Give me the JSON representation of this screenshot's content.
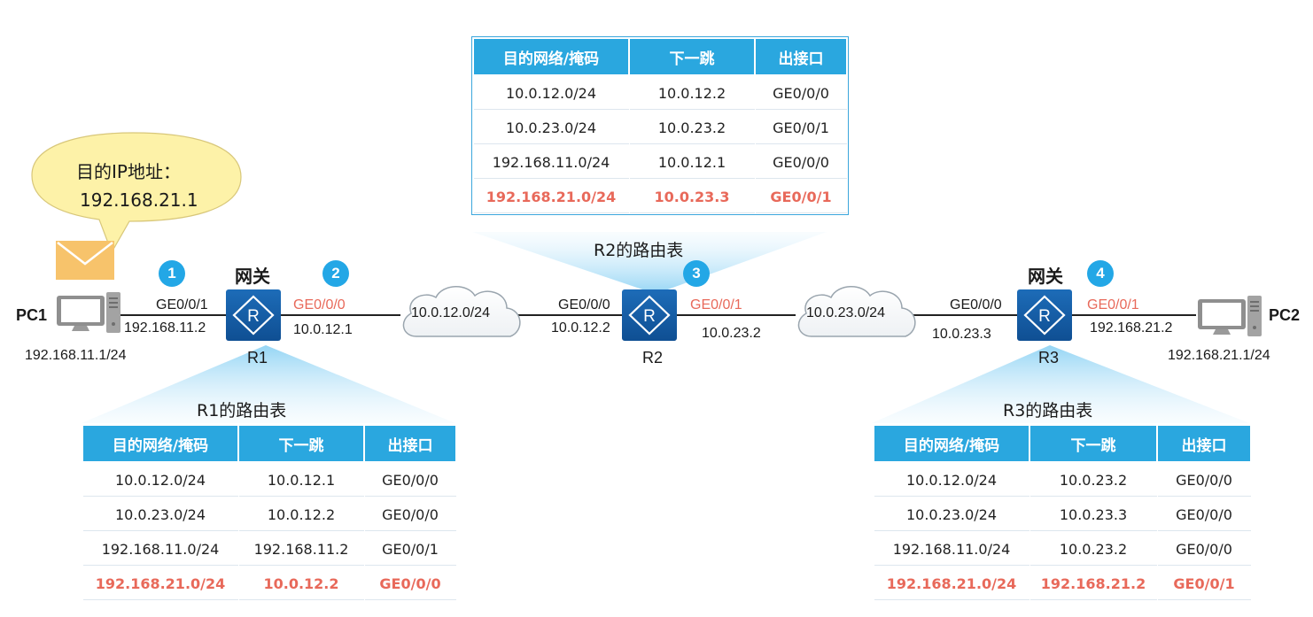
{
  "colors": {
    "accent": "#2aa7df",
    "highlight": "#e8695a",
    "router": "#1560a8",
    "bubble": "#fdf2a8"
  },
  "message": {
    "line1": "目的IP地址：",
    "line2": "192.168.21.1"
  },
  "pc1": {
    "name": "PC1",
    "ip": "192.168.11.1/24"
  },
  "pc2": {
    "name": "PC2",
    "ip": "192.168.21.1/24"
  },
  "r1": {
    "name": "R1",
    "gateway": "网关",
    "step": "1",
    "step2": "2",
    "left_port": "GE0/0/1",
    "left_ip": "192.168.11.2",
    "right_port": "GE0/0/0",
    "right_ip": "10.0.12.1"
  },
  "r2": {
    "name": "R2",
    "step": "3",
    "left_port": "GE0/0/0",
    "left_ip": "10.0.12.2",
    "right_port": "GE0/0/1",
    "right_ip": "10.0.23.2"
  },
  "r3": {
    "name": "R3",
    "gateway": "网关",
    "step": "4",
    "left_port": "GE0/0/0",
    "left_ip": "10.0.23.3",
    "right_port": "GE0/0/1",
    "right_ip": "192.168.21.2"
  },
  "clouds": {
    "left": "10.0.12.0/24",
    "right": "10.0.23.0/24"
  },
  "tables": {
    "headers": [
      "目的网络/掩码",
      "下一跳",
      "出接口"
    ],
    "r1": {
      "title": "R1的路由表",
      "rows": [
        [
          "10.0.12.0/24",
          "10.0.12.1",
          "GE0/0/0"
        ],
        [
          "10.0.23.0/24",
          "10.0.12.2",
          "GE0/0/0"
        ],
        [
          "192.168.11.0/24",
          "192.168.11.2",
          "GE0/0/1"
        ],
        [
          "192.168.21.0/24",
          "10.0.12.2",
          "GE0/0/0"
        ]
      ]
    },
    "r2": {
      "title": "R2的路由表",
      "rows": [
        [
          "10.0.12.0/24",
          "10.0.12.2",
          "GE0/0/0"
        ],
        [
          "10.0.23.0/24",
          "10.0.23.2",
          "GE0/0/1"
        ],
        [
          "192.168.11.0/24",
          "10.0.12.1",
          "GE0/0/0"
        ],
        [
          "192.168.21.0/24",
          "10.0.23.3",
          "GE0/0/1"
        ]
      ]
    },
    "r3": {
      "title": "R3的路由表",
      "rows": [
        [
          "10.0.12.0/24",
          "10.0.23.2",
          "GE0/0/0"
        ],
        [
          "10.0.23.0/24",
          "10.0.23.3",
          "GE0/0/0"
        ],
        [
          "192.168.11.0/24",
          "10.0.23.2",
          "GE0/0/0"
        ],
        [
          "192.168.21.0/24",
          "192.168.21.2",
          "GE0/0/1"
        ]
      ]
    }
  }
}
